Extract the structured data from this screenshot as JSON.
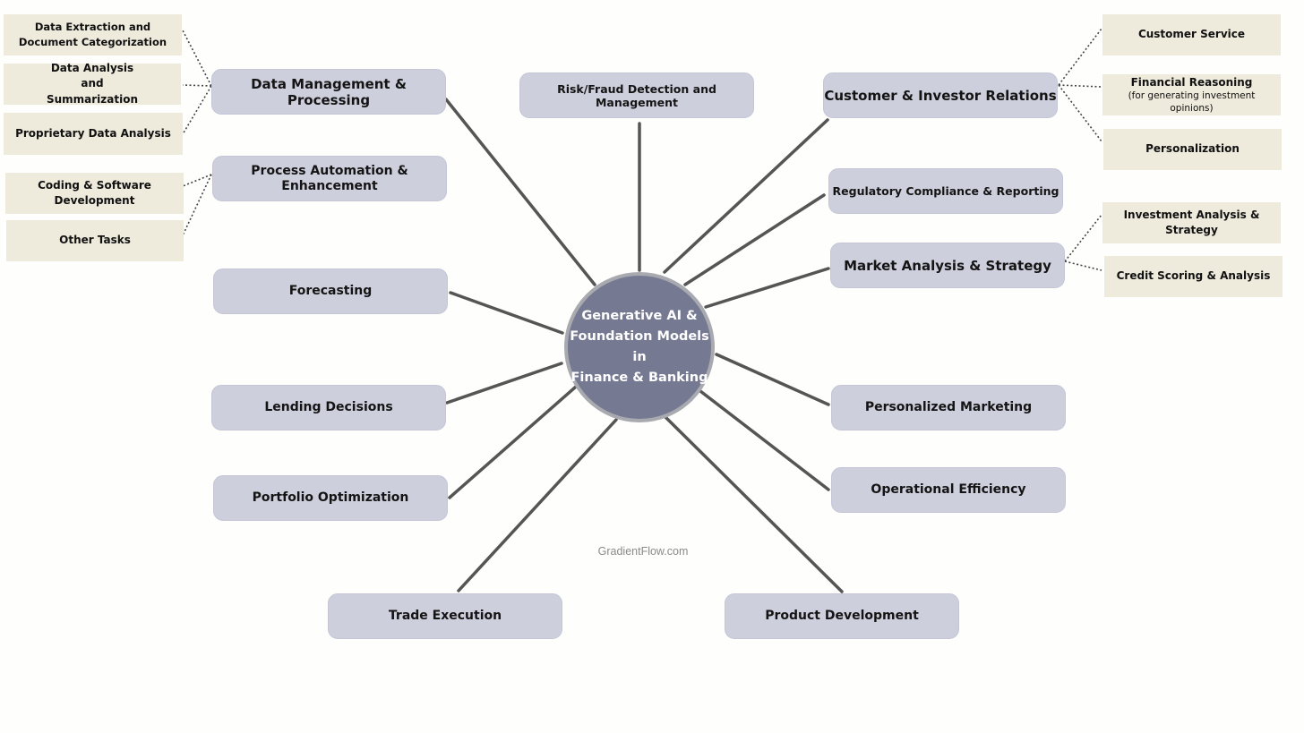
{
  "hub": {
    "label": "Generative AI &\nFoundation Models\nin\nFinance & Banking"
  },
  "branches": {
    "data_management": "Data Management & Processing",
    "risk_fraud": "Risk/Fraud Detection and Management",
    "customer_investor": "Customer & Investor Relations",
    "process_automation": "Process Automation & Enhancement",
    "regulatory": "Regulatory Compliance & Reporting",
    "market_analysis": "Market Analysis & Strategy",
    "forecasting": "Forecasting",
    "lending": "Lending Decisions",
    "personalized_marketing": "Personalized Marketing",
    "portfolio": "Portfolio Optimization",
    "operational": "Operational Efficiency",
    "trade_execution": "Trade Execution",
    "product_development": "Product Development"
  },
  "leaves": {
    "data_extraction": "Data Extraction and Document Categorization",
    "data_analysis": "Data Analysis and Summarization",
    "proprietary": "Proprietary Data Analysis",
    "coding": "Coding & Software Development",
    "other_tasks": "Other Tasks",
    "customer_service": "Customer Service",
    "financial_reasoning": "Financial Reasoning",
    "financial_reasoning_note": "(for generating investment opinions)",
    "personalization": "Personalization",
    "investment_analysis": "Investment Analysis & Strategy",
    "credit_scoring": "Credit Scoring & Analysis"
  },
  "credit": "GradientFlow.com",
  "colors": {
    "branch_fill": "#cdcfdd",
    "leaf_fill": "#eeeadc",
    "hub_fill": "#757992",
    "hub_ring": "#a9aab0",
    "connector": "#555555"
  }
}
